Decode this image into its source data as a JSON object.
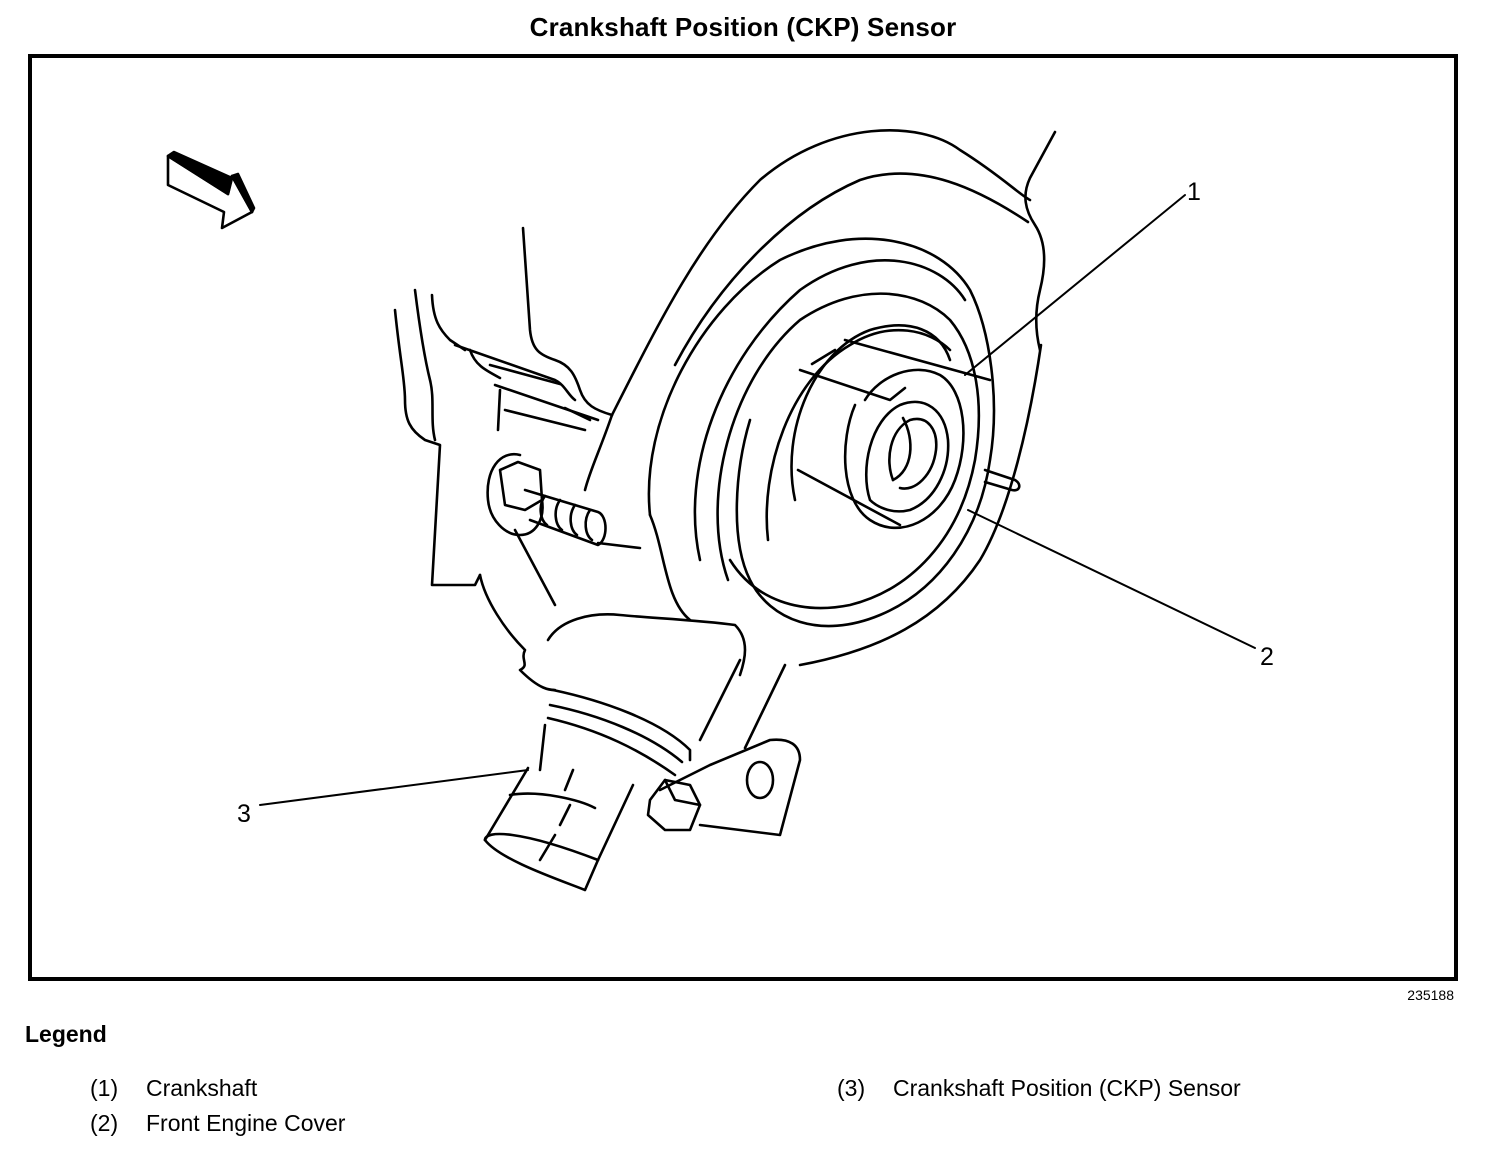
{
  "title": "Crankshaft Position (CKP) Sensor",
  "figure_id": "235188",
  "callouts": [
    {
      "label": "1",
      "target": "Crankshaft"
    },
    {
      "label": "2",
      "target": "Front Engine Cover"
    },
    {
      "label": "3",
      "target": "Crankshaft Position (CKP) Sensor"
    }
  ],
  "legend": {
    "title": "Legend",
    "items": [
      {
        "num": "(1)",
        "text": "Crankshaft"
      },
      {
        "num": "(2)",
        "text": "Front Engine Cover"
      },
      {
        "num": "(3)",
        "text": "Crankshaft Position (CKP) Sensor"
      }
    ]
  },
  "icons": {
    "view_direction": "arrow-down-right-icon"
  }
}
